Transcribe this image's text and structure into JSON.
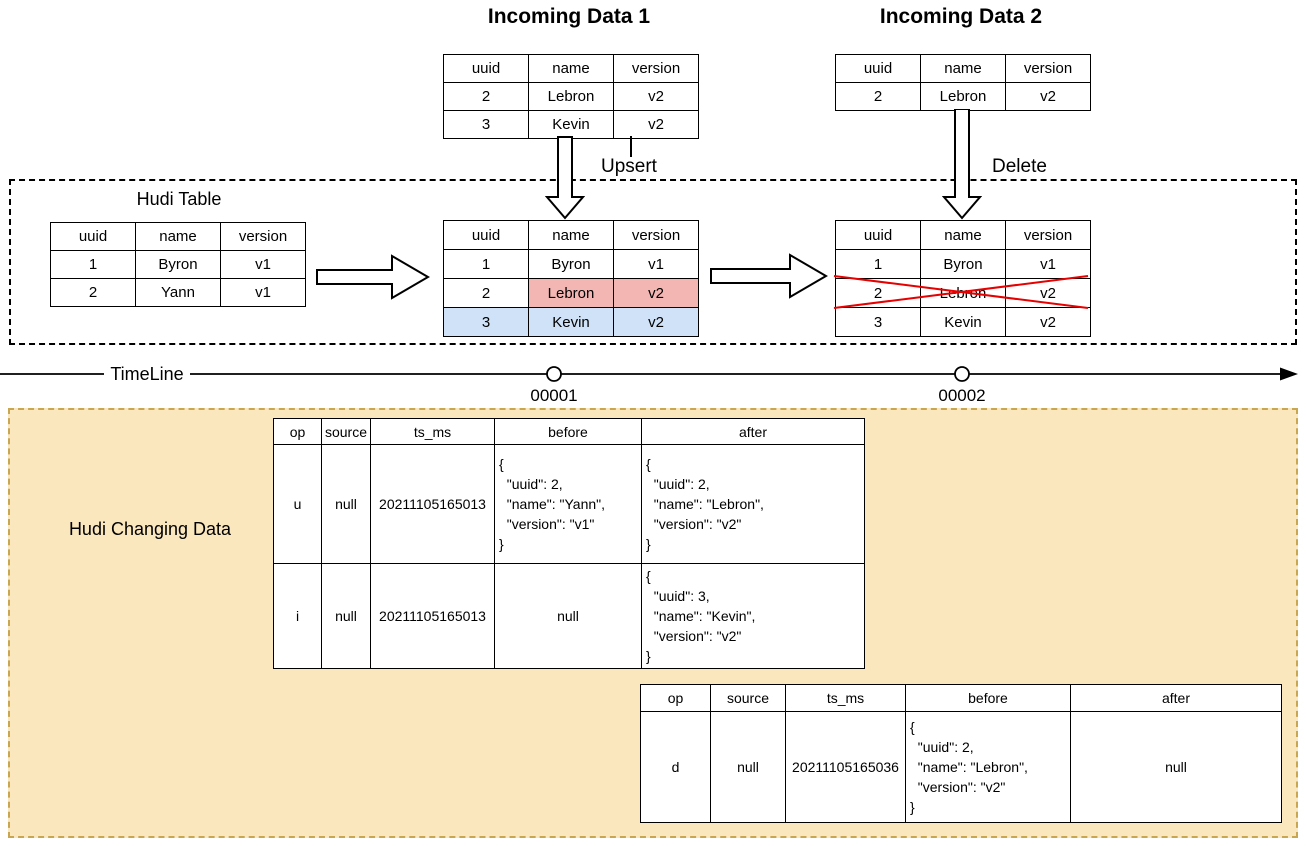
{
  "entity_columns": [
    "uuid",
    "name",
    "version"
  ],
  "cdc_columns": [
    "op",
    "source",
    "ts_ms",
    "before",
    "after"
  ],
  "incoming1": {
    "title": "Incoming Data 1",
    "action": "Upsert",
    "rows": [
      [
        "2",
        "Lebron",
        "v2"
      ],
      [
        "3",
        "Kevin",
        "v2"
      ]
    ]
  },
  "incoming2": {
    "title": "Incoming Data 2",
    "action": "Delete",
    "rows": [
      [
        "2",
        "Lebron",
        "v2"
      ]
    ]
  },
  "hudi_table": {
    "label": "Hudi Table",
    "initial_rows": [
      [
        "1",
        "Byron",
        "v1"
      ],
      [
        "2",
        "Yann",
        "v1"
      ]
    ],
    "after_upsert_rows": [
      [
        "1",
        "Byron",
        "v1"
      ],
      [
        "2",
        "Lebron",
        "v2"
      ],
      [
        "3",
        "Kevin",
        "v2"
      ]
    ],
    "after_delete_rows": [
      [
        "1",
        "Byron",
        "v1"
      ],
      [
        "2",
        "Lebron",
        "v2"
      ],
      [
        "3",
        "Kevin",
        "v2"
      ]
    ]
  },
  "timeline": {
    "label": "TimeLine",
    "instants": [
      "00001",
      "00002"
    ]
  },
  "changing_data": {
    "label": "Hudi Changing Data",
    "commit1_rows": [
      [
        "u",
        "null",
        "20211105165013",
        "{\n  \"uuid\": 2,\n  \"name\": \"Yann\",\n  \"version\": \"v1\"\n}",
        "{\n  \"uuid\": 2,\n  \"name\": \"Lebron\",\n  \"version\": \"v2\"\n}"
      ],
      [
        "i",
        "null",
        "20211105165013",
        "null",
        "{\n  \"uuid\": 3,\n  \"name\": \"Kevin\",\n  \"version\": \"v2\"\n}"
      ]
    ],
    "commit2_rows": [
      [
        "d",
        "null",
        "20211105165036",
        "{\n  \"uuid\": 2,\n  \"name\": \"Lebron\",\n  \"version\": \"v2\"\n}",
        "null"
      ]
    ]
  },
  "colors": {
    "updated_cell_fill": "#f4b6b3",
    "updated_cell_border": "#b85450",
    "inserted_cell_fill": "#cfe2f7",
    "inserted_cell_border": "#6c8ebf",
    "delete_cross": "#e60000",
    "changing_area_fill": "#fbe7be",
    "changing_area_border": "#c9a652"
  }
}
